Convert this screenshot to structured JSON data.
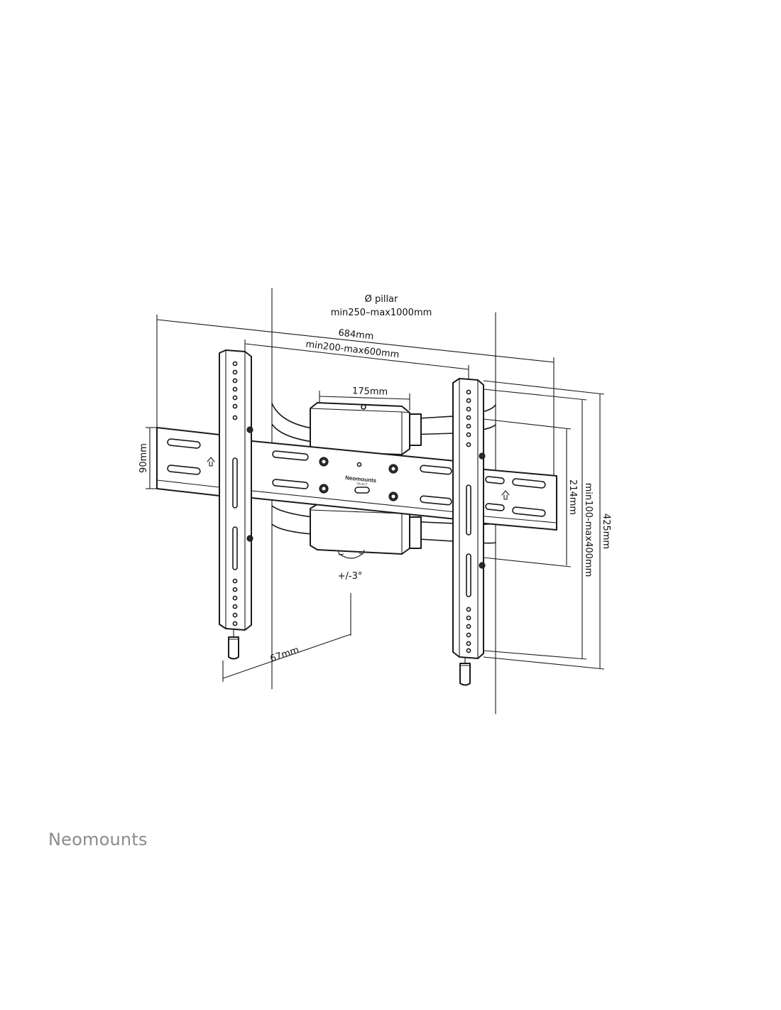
{
  "labels": {
    "pillar_diameter": "Ø pillar",
    "pillar_range": "min250–max1000mm",
    "width_total": "684mm",
    "width_arms": "min200-max600mm",
    "clamp_width": "175mm",
    "rail_height": "90mm",
    "tilt": "+/-3°",
    "depth": "67mm",
    "rail_spacing": "214mm",
    "vertical_range": "min100-max400mm",
    "height_total": "425mm"
  },
  "product": {
    "brand_on_plate": "Neomounts",
    "sub_on_plate": "SELECT"
  },
  "footer": {
    "logo": "Neomounts"
  },
  "colors": {
    "line": "#1a1a1a",
    "logo": "#8c8c8c"
  }
}
